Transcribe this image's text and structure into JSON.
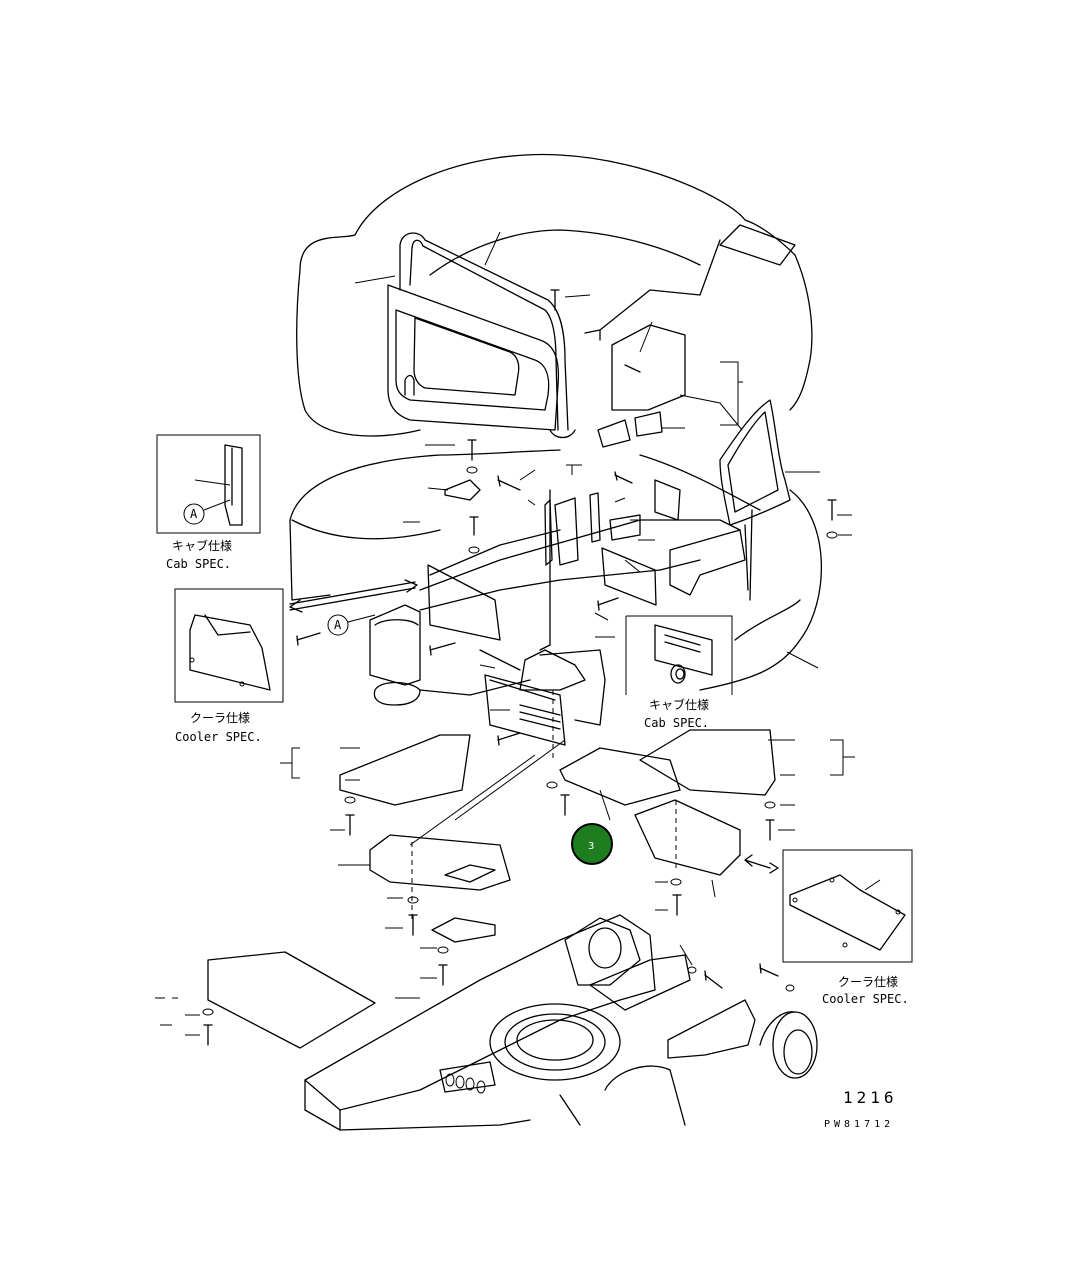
{
  "insets": {
    "cab_left": {
      "jp": "キャブ仕様",
      "en": "Cab SPEC."
    },
    "cooler_left": {
      "jp": "クーラ仕様",
      "en": "Cooler SPEC."
    },
    "cab_center": {
      "jp": "キャブ仕様",
      "en": "Cab SPEC."
    },
    "cooler_right": {
      "jp": "クーラ仕様",
      "en": "Cooler SPEC."
    }
  },
  "detail_marker": "A",
  "callout": {
    "label": "3",
    "color": "#1e7d1e"
  },
  "page_number": "1216",
  "drawing_code": "PW81712"
}
